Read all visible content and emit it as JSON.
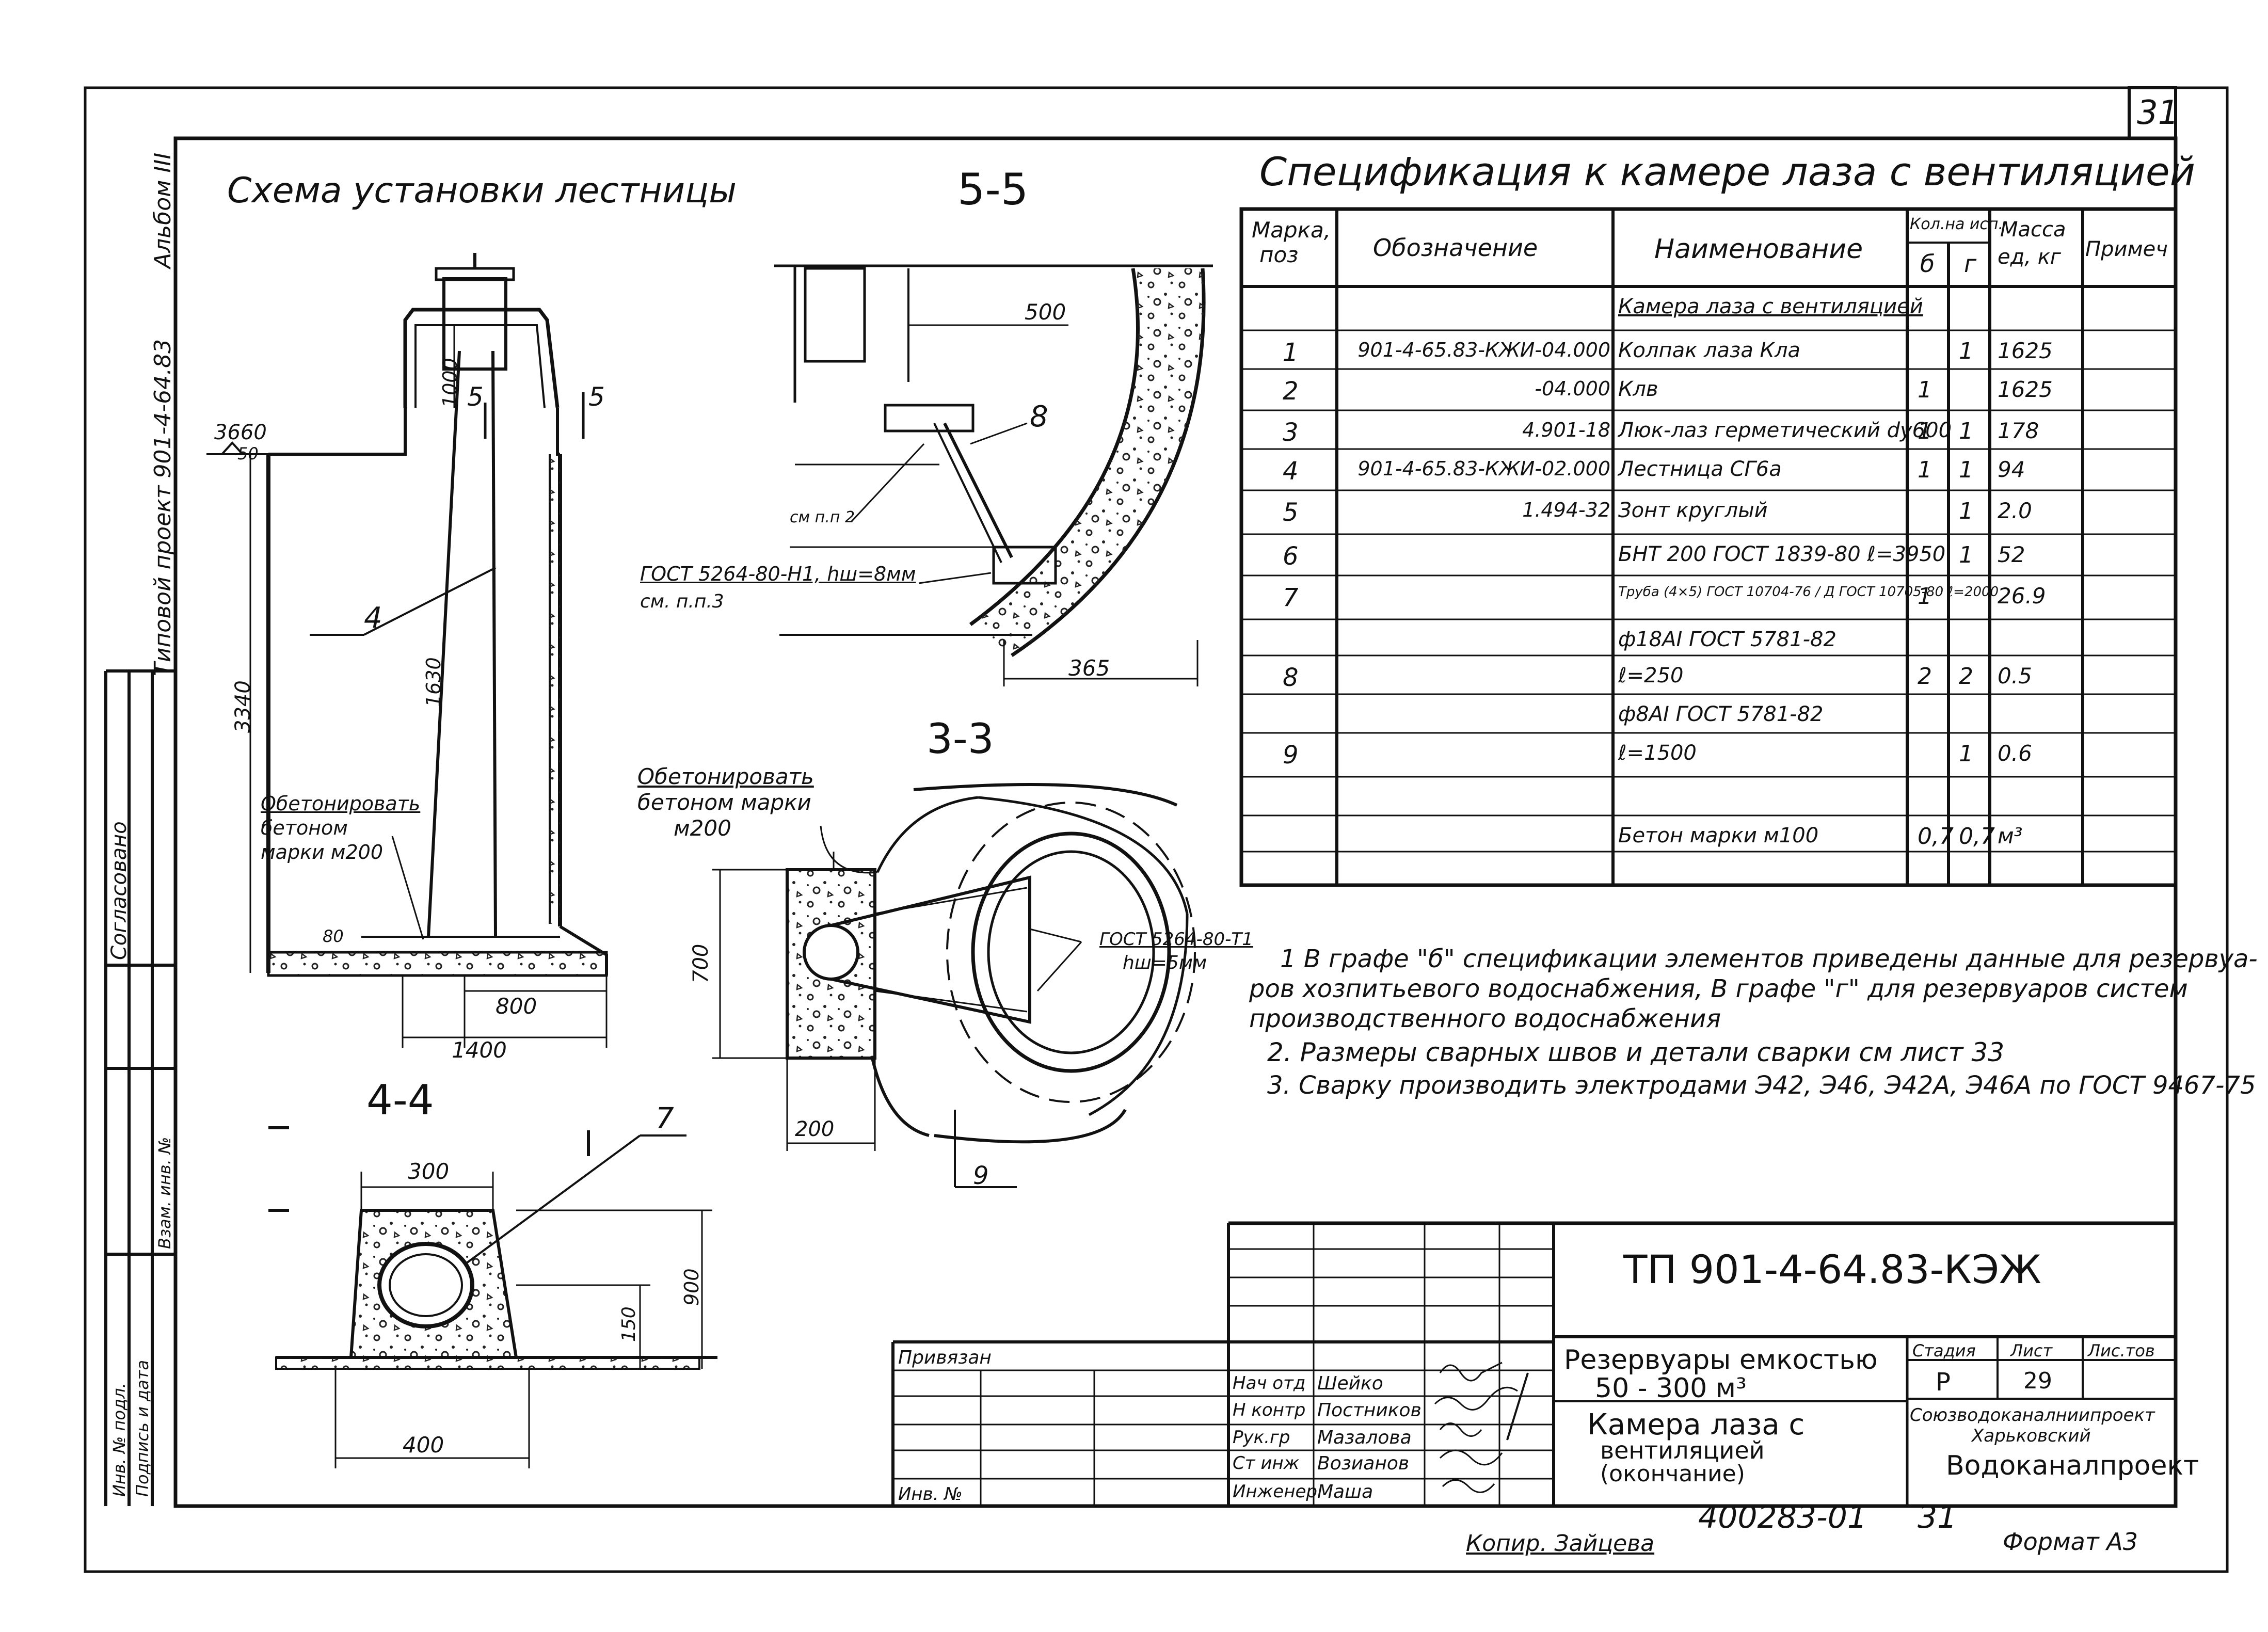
{
  "sheet": {
    "page_number": "31",
    "format_label": "Формат А3",
    "copied_by": "Копир. Зайцева",
    "inventory_code": "400283-01",
    "inventory_sheet": "31"
  },
  "left_margin": {
    "album": "Альбом III",
    "project": "Типовой проект 901-4-64.83",
    "agreed": "Согласовано",
    "stamp_rows": [
      "Инв. № подл.",
      "Подпись и дата",
      "Взам. инв. №"
    ]
  },
  "scheme": {
    "title": "Схема установки лестницы",
    "label_cut_5": "5",
    "label_cut_5b": "5",
    "label_4": "4",
    "level": "3660",
    "dim_1000": "1000",
    "dim_3340": "3340",
    "dim_1630": "1630",
    "dim_800": "800",
    "dim_1400": "1400",
    "dim_50": "50",
    "dim_80": "80",
    "note_concrete": [
      "Обетонировать",
      "бетоном",
      "марки м200"
    ]
  },
  "section_5": {
    "title": "5-5",
    "dim_500": "500",
    "dim_365": "365",
    "label_8": "8",
    "ref_1": "см п.п 2",
    "weld": "ГОСТ 5264-80-Н1, hш=8мм",
    "ref_2": "см. п.п.3"
  },
  "section_3": {
    "title": "3-3",
    "note_concrete": [
      "Обетонировать",
      "бетоном марки",
      "м200"
    ],
    "dim_700": "700",
    "dim_200": "200",
    "label_9": "9",
    "weld": [
      "ГОСТ 5264-80-Т1",
      "hш=5мм"
    ]
  },
  "section_4": {
    "title": "4-4",
    "dim_300": "300",
    "dim_400": "400",
    "dim_900": "900",
    "dim_150": "150",
    "label_7": "7"
  },
  "spec": {
    "title": "Спецификация к камере лаза с вентиляцией",
    "headers": {
      "mark": [
        "Марка,",
        "поз"
      ],
      "designation": "Обозначение",
      "name": "Наименование",
      "qty": "Кол.на исп.",
      "qty_b": "б",
      "qty_g": "г",
      "mass": [
        "Масса",
        "ед, кг"
      ],
      "note": "Примеч"
    },
    "rows": [
      {
        "mark": "",
        "designation": "",
        "name": "Камера лаза с вентиляцией",
        "b": "",
        "g": "",
        "mass": ""
      },
      {
        "mark": "1",
        "designation": "901-4-65.83-КЖИ-04.000",
        "name": "Колпак лаза  Кла",
        "b": "",
        "g": "1",
        "mass": "1625"
      },
      {
        "mark": "2",
        "designation": "-04.000",
        "name": "Клв",
        "b": "1",
        "g": "",
        "mass": "1625"
      },
      {
        "mark": "3",
        "designation": "4.901-18",
        "name": "Люк-лаз герметический dу600",
        "b": "1",
        "g": "1",
        "mass": "178"
      },
      {
        "mark": "4",
        "designation": "901-4-65.83-КЖИ-02.000",
        "name": "Лестница  СГ6а",
        "b": "1",
        "g": "1",
        "mass": "94"
      },
      {
        "mark": "5",
        "designation": "1.494-32",
        "name": "Зонт круглый",
        "b": "",
        "g": "1",
        "mass": "2.0"
      },
      {
        "mark": "6",
        "designation": "",
        "name": "БНТ 200 ГОСТ 1839-80 ℓ=3950",
        "b": "",
        "g": "1",
        "mass": "52"
      },
      {
        "mark": "7",
        "designation": "",
        "name": "Труба (4×5) ГОСТ 10704-76 / Д ГОСТ 10705-80 ℓ=2000",
        "b": "1",
        "g": "",
        "mass": "26.9"
      },
      {
        "mark": "",
        "designation": "",
        "name": "ф18АI ГОСТ 5781-82",
        "b": "",
        "g": "",
        "mass": ""
      },
      {
        "mark": "8",
        "designation": "",
        "name": "ℓ=250",
        "b": "2",
        "g": "2",
        "mass": "0.5"
      },
      {
        "mark": "",
        "designation": "",
        "name": "ф8АI ГОСТ 5781-82",
        "b": "",
        "g": "",
        "mass": ""
      },
      {
        "mark": "9",
        "designation": "",
        "name": "ℓ=1500",
        "b": "",
        "g": "1",
        "mass": "0.6"
      },
      {
        "mark": "",
        "designation": "",
        "name": "",
        "b": "",
        "g": "",
        "mass": ""
      },
      {
        "mark": "",
        "designation": "",
        "name": "Бетон марки  м100",
        "b": "0,7",
        "g": "0,7",
        "mass": "м³"
      }
    ]
  },
  "notes": [
    "1 В графе \"б\" спецификации элементов приведены данные для резервуа-",
    "ров хозпитьевого водоснабжения, В графе \"г\" для резервуаров систем",
    "производственного водоснабжения",
    "2. Размеры сварных швов и детали сварки см лист 33",
    "3. Сварку производить электродами Э42, Э46, Э42А, Э46А по ГОСТ 9467-75"
  ],
  "title_block": {
    "code": "ТП 901-4-64.83-КЭЖ",
    "bound": "Привязан",
    "inv": "Инв. №",
    "object_title": [
      "Резервуары емкостью",
      "50 - 300 м³"
    ],
    "sheet_title": [
      "Камера лаза с",
      "вентиляцией",
      "(окончание)"
    ],
    "stage_label": "Стадия",
    "sheet_label": "Лист",
    "sheets_label": "Лис.тов",
    "stage": "Р",
    "sheet": "29",
    "org": [
      "Союзводоканалниипроект",
      "Харьковский",
      "Водоканалпроект"
    ],
    "staff": [
      {
        "role": "Нач отд",
        "name": "Шейко"
      },
      {
        "role": "Н контр",
        "name": "Постников"
      },
      {
        "role": "Рук.гр",
        "name": "Мазалова"
      },
      {
        "role": "Ст инж",
        "name": "Возианов"
      },
      {
        "role": "Инженер",
        "name": "Маша"
      }
    ]
  }
}
